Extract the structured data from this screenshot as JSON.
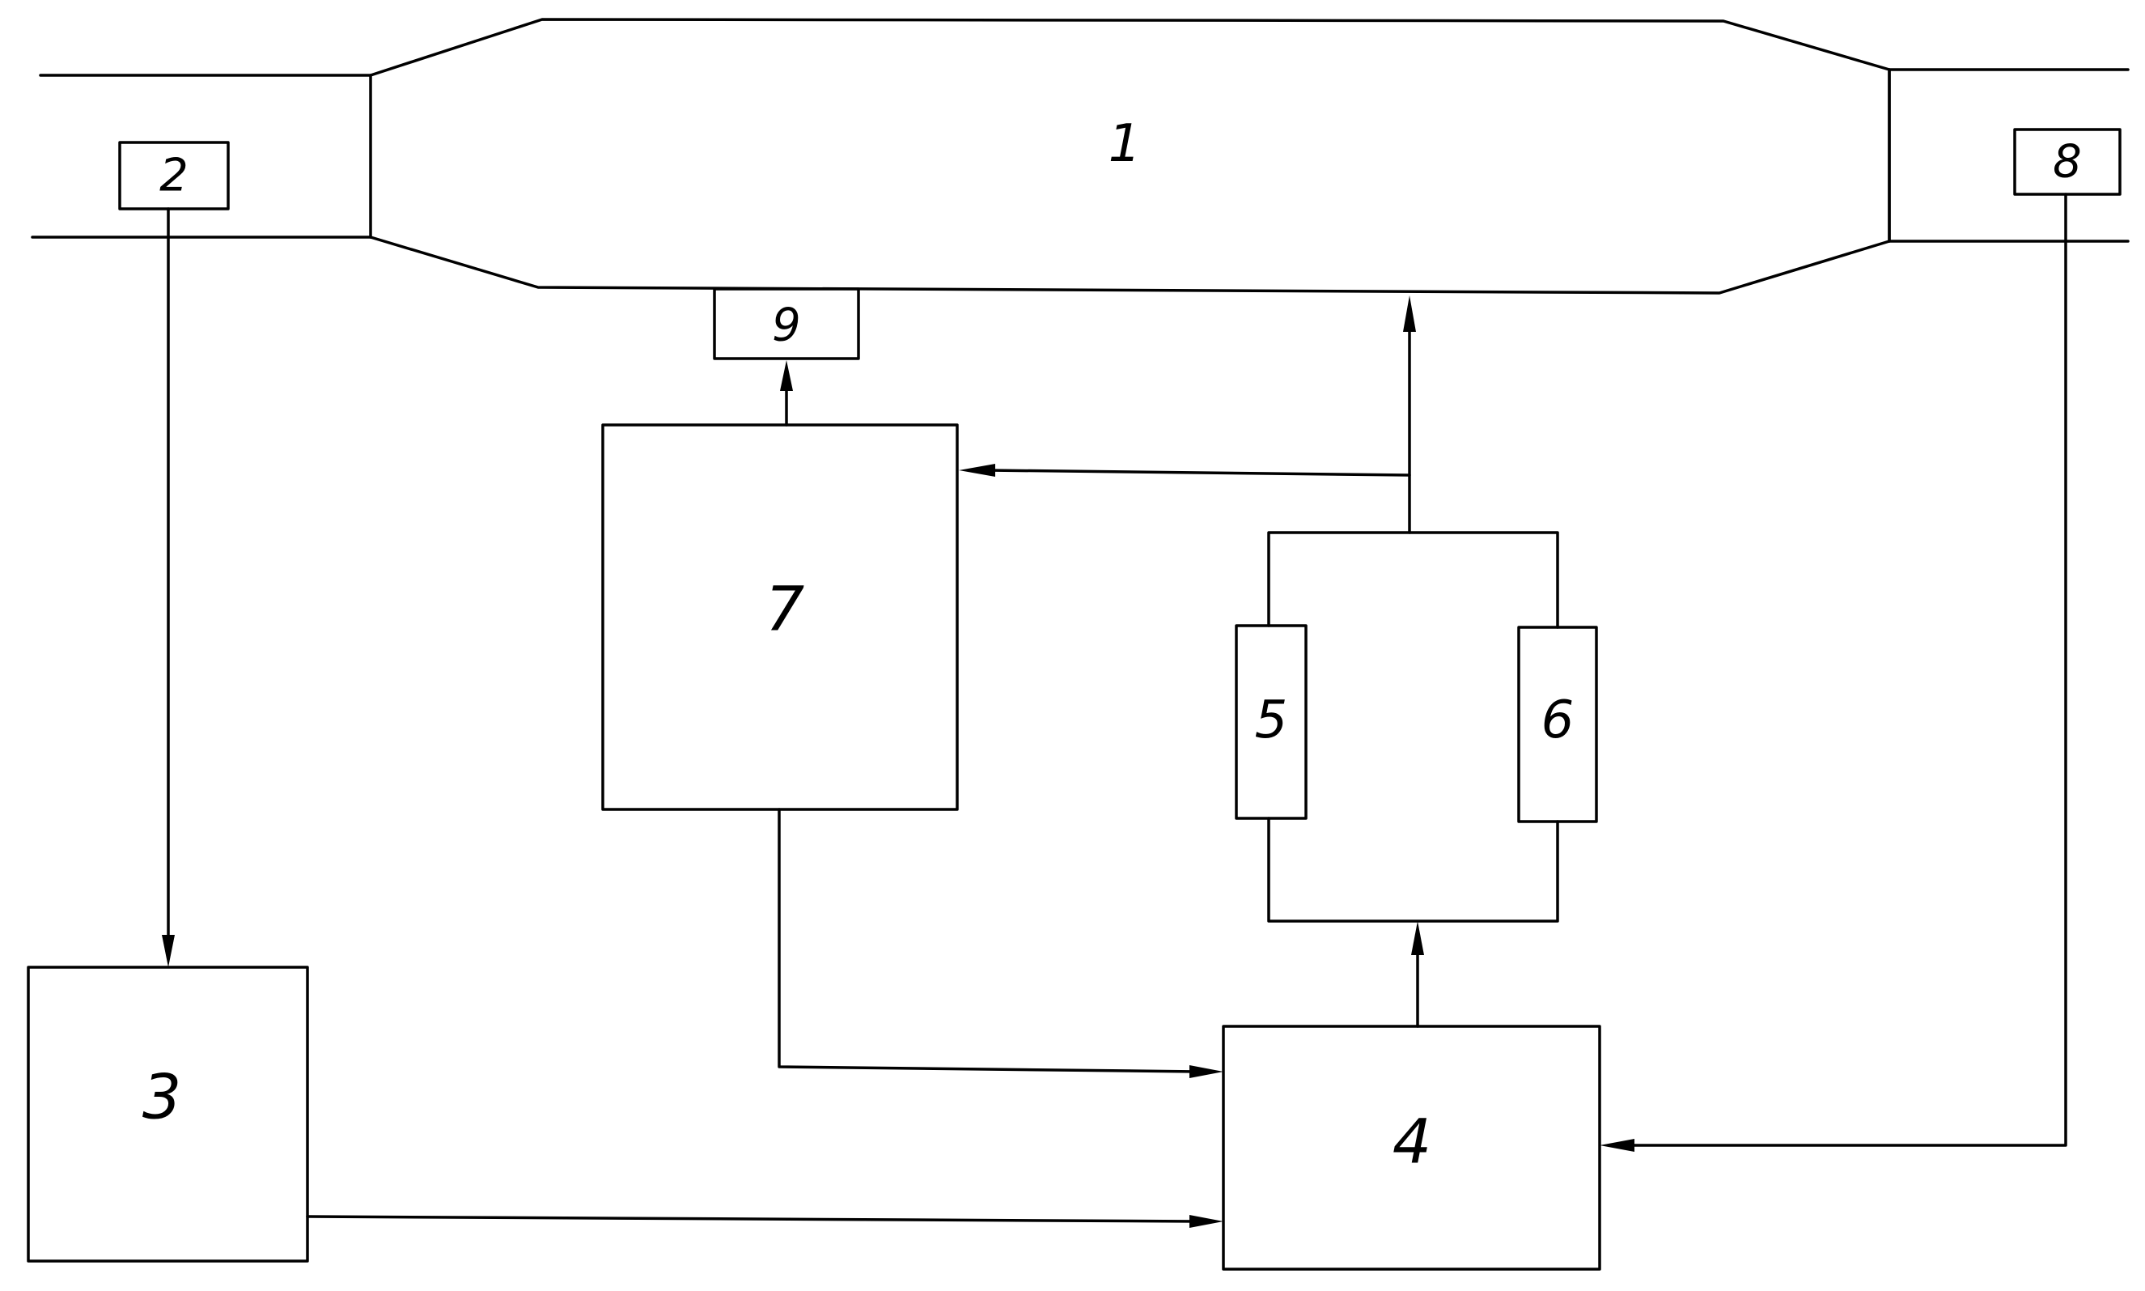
{
  "colors": {
    "line": "#000000",
    "background": "#ffffff"
  },
  "labels": {
    "block_1": "1",
    "block_2": "2",
    "block_3": "3",
    "block_4": "4",
    "block_5": "5",
    "block_6": "6",
    "block_7": "7",
    "block_8": "8",
    "block_9": "9"
  }
}
